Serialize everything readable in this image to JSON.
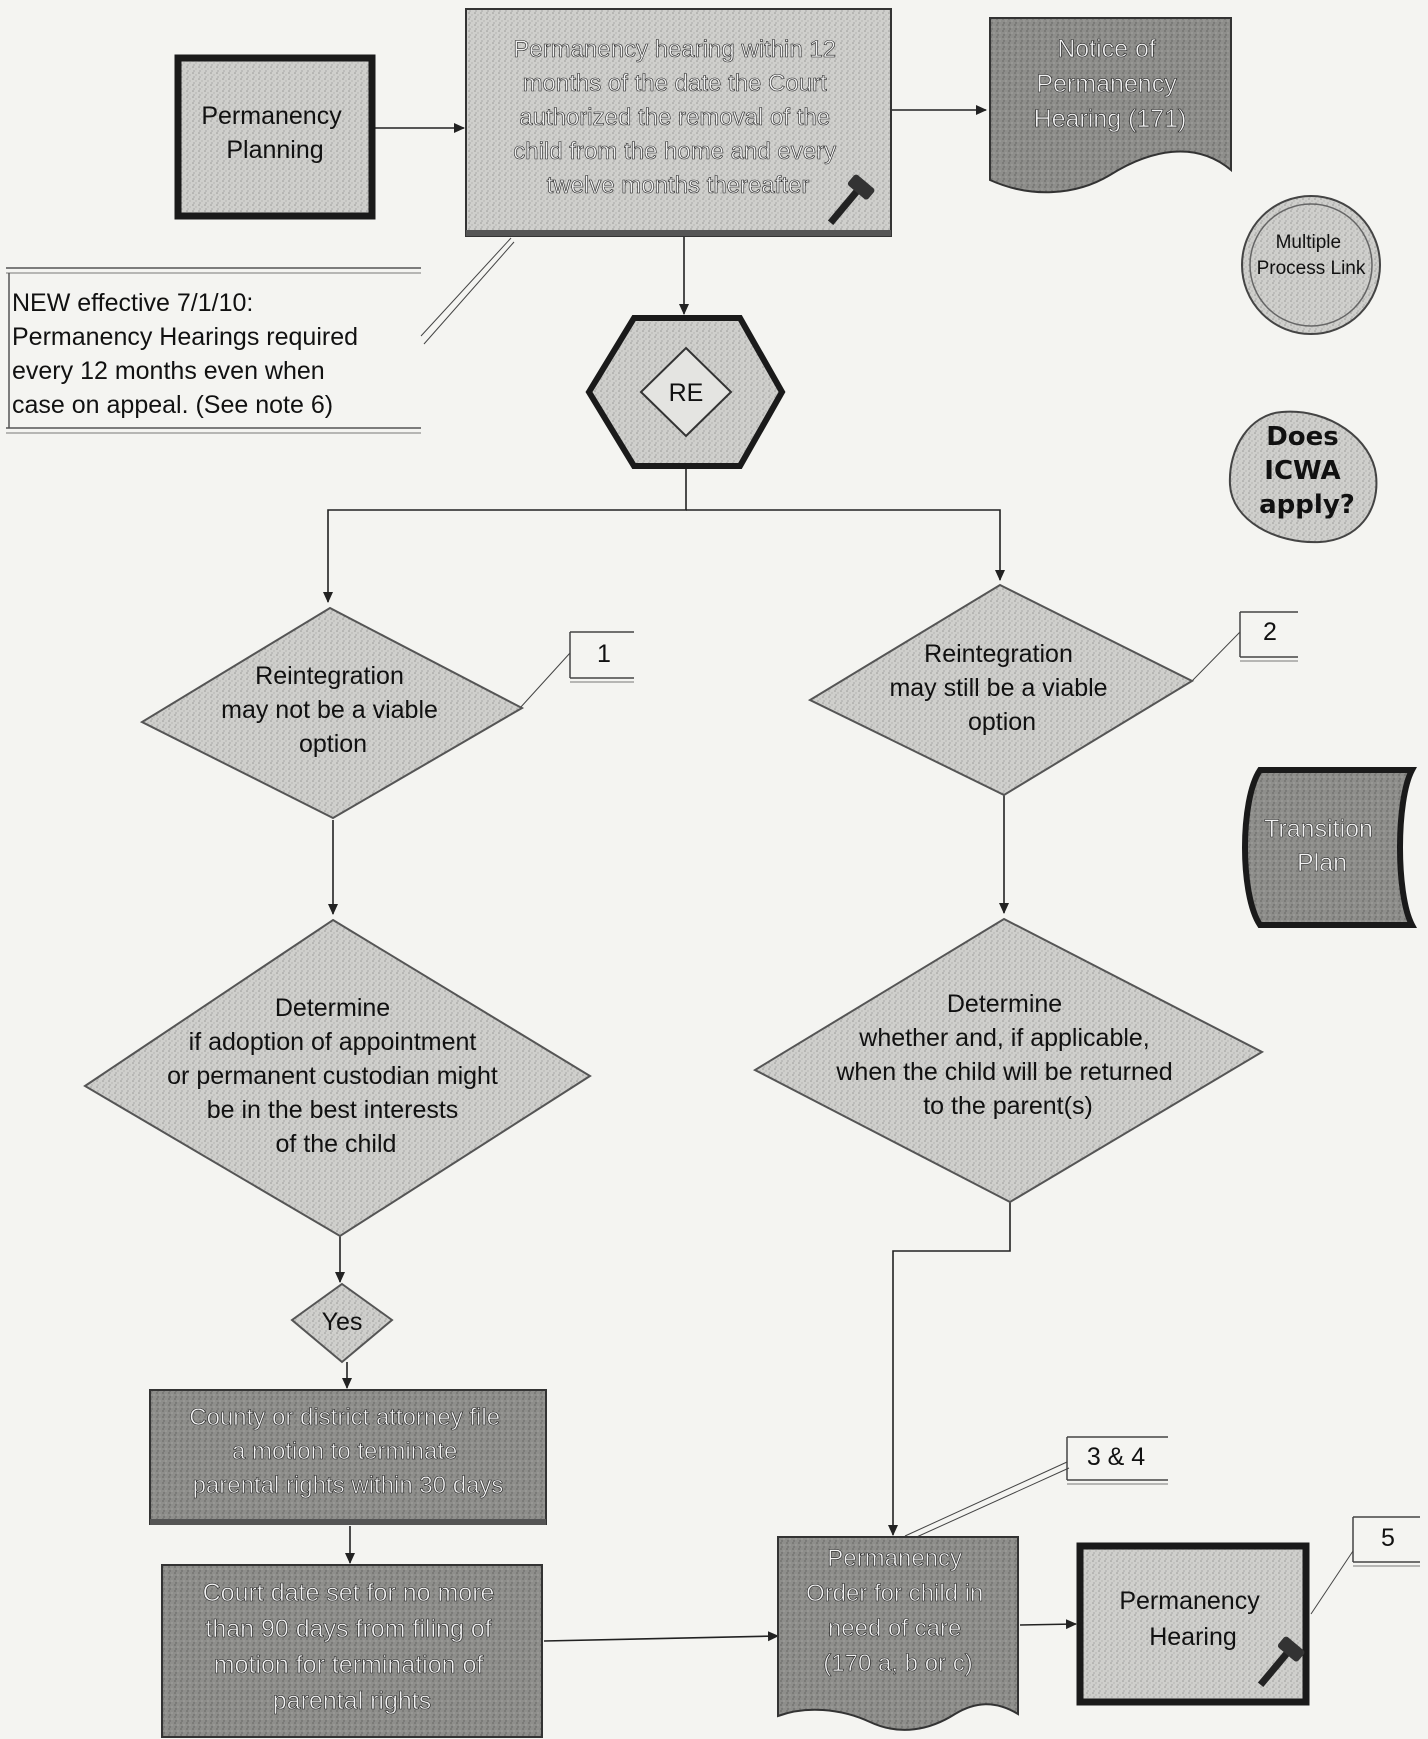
{
  "nodes": {
    "permanency_planning": [
      "Permanency",
      "Planning"
    ],
    "hearing_requirement": [
      "Permanency hearing within 12",
      "months of the date the Court",
      "authorized the removal of the",
      "child from the home and every",
      "twelve months thereafter"
    ],
    "notice": [
      "Notice of",
      "Permanency",
      "Hearing (171)"
    ],
    "new_effective": [
      "NEW effective 7/1/10:",
      "Permanency Hearings required",
      "every 12 months even when",
      "case on appeal.  (See note 6)"
    ],
    "re": "RE",
    "not_viable": [
      "Reintegration",
      "may not be a viable",
      "option"
    ],
    "still_viable": [
      "Reintegration",
      "may still be a viable",
      "option"
    ],
    "determine_adoption": [
      "Determine",
      "if adoption of appointment",
      "or permanent custodian might",
      "be in the best interests",
      "of the child"
    ],
    "determine_return": [
      "Determine",
      "whether and, if applicable,",
      "when the child will be returned",
      "to the parent(s)"
    ],
    "yes": "Yes",
    "motion": [
      "County or district attorney file",
      "a motion to terminate",
      "parental rights within 30 days"
    ],
    "court_date": [
      "Court date set for no more",
      "than 90 days from filing of",
      "motion for termination of",
      "parental rights"
    ],
    "permanency_order": [
      "Permanency",
      "Order for child in",
      "need of care",
      "(170 a, b or c)"
    ],
    "permanency_hearing": [
      "Permanency",
      "Hearing"
    ]
  },
  "legend": {
    "multiple_process_link": [
      "Multiple",
      "Process Link"
    ],
    "icwa": [
      "Does",
      "ICWA",
      "apply?"
    ],
    "transition_plan": [
      "Transition",
      "Plan"
    ]
  },
  "notes": {
    "n1": "1",
    "n2": "2",
    "n34": "3 & 4",
    "n5": "5"
  },
  "colors": {
    "paper": "#f4f4f1",
    "shape_light": "#c9c9c6",
    "shape_mid": "#a9a9a6",
    "shape_dark": "#7a7a78",
    "border": "#1a1a1a"
  },
  "icons": [
    "gavel-icon"
  ]
}
